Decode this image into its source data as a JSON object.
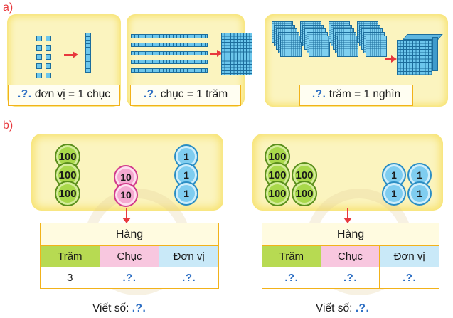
{
  "part_a": {
    "label": "a)",
    "captions": [
      {
        "q": ".?.",
        "text": " đơn vị = 1 chục"
      },
      {
        "q": ".?.",
        "text": " chục = 1 trăm"
      },
      {
        "q": ".?.",
        "text": " trăm = 1 nghìn"
      }
    ]
  },
  "part_b": {
    "label": "b)",
    "table_header": "Hàng",
    "columns": [
      "Trăm",
      "Chục",
      "Đơn vị"
    ],
    "left": {
      "disc_100_label": "100",
      "disc_10_label": "10",
      "disc_1_label": "1",
      "disc_100_count": 3,
      "disc_10_count": 2,
      "disc_1_count": 3,
      "row": [
        "3",
        ".?.",
        ".?."
      ],
      "write_label": "Viết số: ",
      "write_value": ".?."
    },
    "right": {
      "disc_100_label": "100",
      "disc_1_label": "1",
      "disc_100_count": 5,
      "disc_1_count": 4,
      "row": [
        ".?.",
        ".?.",
        ".?."
      ],
      "write_label": "Viết số: ",
      "write_value": ".?."
    }
  },
  "colors": {
    "panel": "#fbf4bf",
    "border": "#f2b21a",
    "placeholder": "#2d6fc4",
    "accent": "#e8383d",
    "tram": "#b7da52",
    "chuc": "#f8c7df",
    "don_vi": "#c9e9f8"
  }
}
